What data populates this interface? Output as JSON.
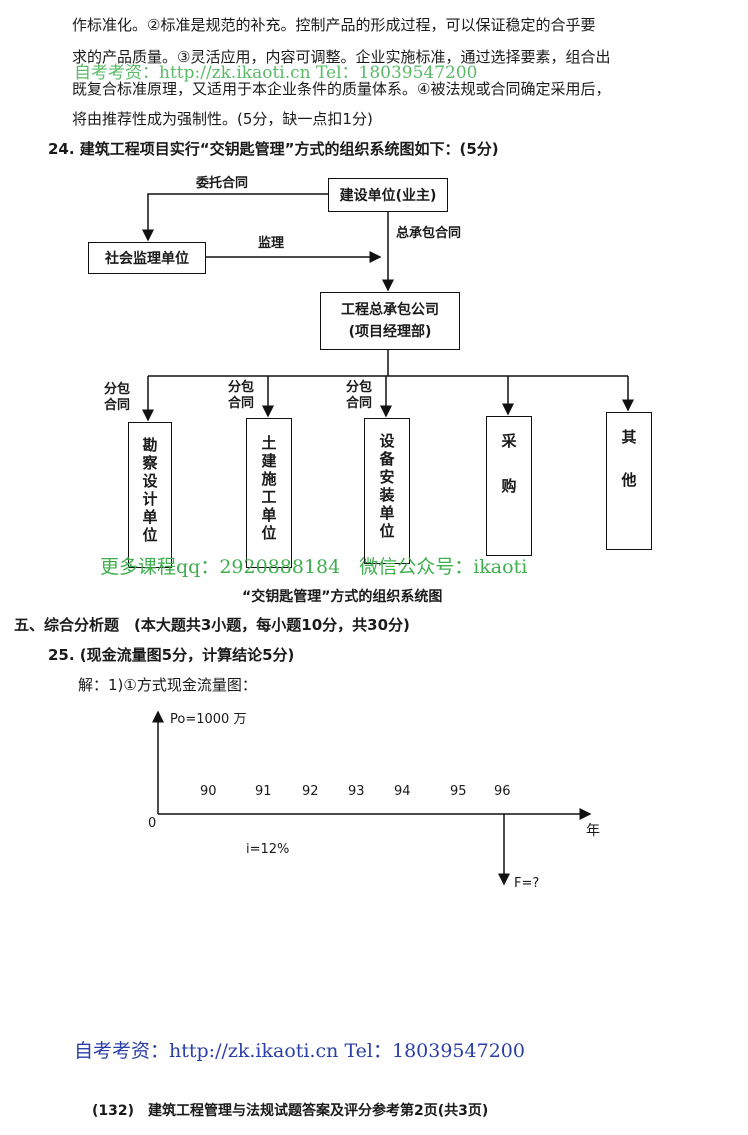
{
  "paragraph_lines": [
    "作标准化。②标准是规范的补充。控制产品的形成过程，可以保证稳定的合乎要",
    "求的产品质量。③灵活应用，内容可调整。企业实施标准，通过选择要素，组合出",
    "既复合标准原理，又适用于本企业条件的质量体系。④被法规或合同确定采用后，",
    "将由推荐性成为强制性。(5分，缺一点扣1分)"
  ],
  "q24": {
    "text": "24. 建筑工程项目实行“交钥匙管理”方式的组织系统图如下：(5分)"
  },
  "diagram": {
    "owner": "建设单位(业主)",
    "supervisor": "社会监理单位",
    "contractor_line1": "工程总承包公司",
    "contractor_line2": "(项目经理部)",
    "edge_entrust": "委托合同",
    "edge_supervise": "监理",
    "edge_general": "总承包合同",
    "sub_label_line1": "分包",
    "sub_label_line2": "合同",
    "units": [
      "勘察设计单位",
      "土建施工单位",
      "设备安装单位",
      "采购",
      "其他"
    ],
    "caption": "“交钥匙管理”方式的组织系统图"
  },
  "section5": {
    "text": "五、综合分析题　(本大题共3小题，每小题10分，共30分)"
  },
  "q25": {
    "text": "25. (现金流量图5分，计算结论5分)",
    "solution": "解：1)①方式现金流量图："
  },
  "cashflow": {
    "p0_label": "Po=1000 万",
    "origin": "0",
    "years": [
      "90",
      "91",
      "92",
      "93",
      "94",
      "95",
      "96"
    ],
    "axis_unit": "年",
    "rate": "i=12%",
    "f_label": "F=?"
  },
  "watermarks": {
    "top": "自考考资：http://zk.ikaoti.cn Tel：18039547200",
    "middle": "更多课程qq：2920888184　微信公众号：ikaoti",
    "bottom": "自考考资：http://zk.ikaoti.cn Tel：18039547200"
  },
  "footer": "(132)　建筑工程管理与法规试题答案及评分参考第2页(共3页)"
}
